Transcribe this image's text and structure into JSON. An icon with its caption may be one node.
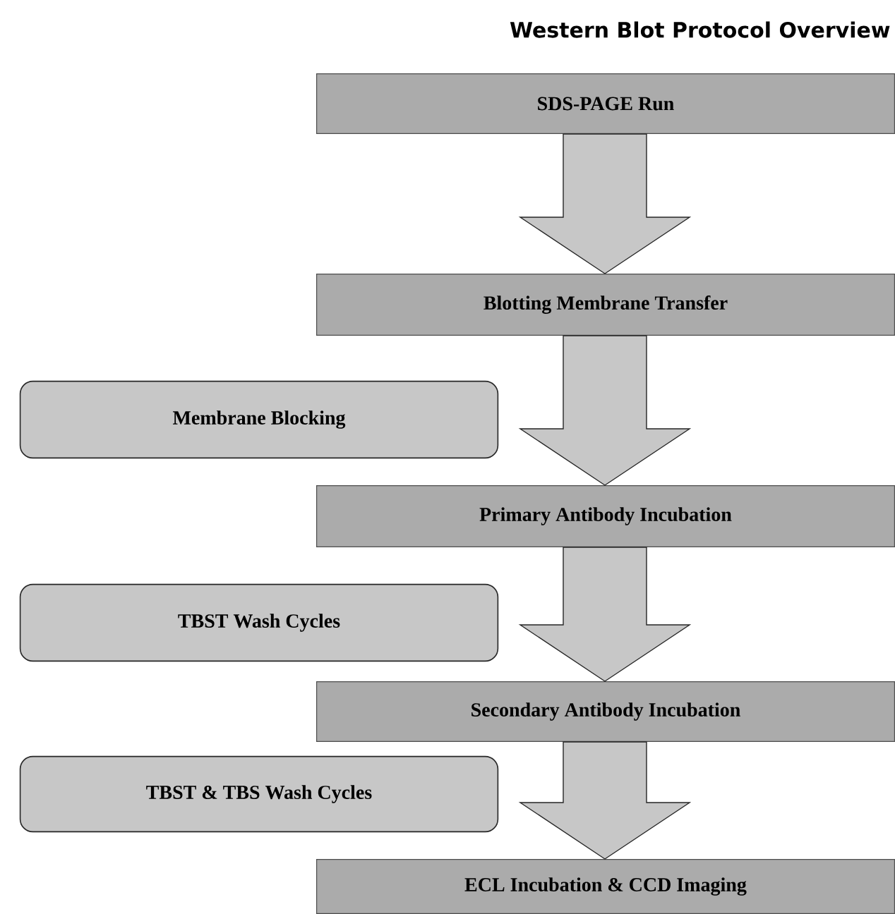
{
  "diagram": {
    "title": "Western Blot Protocol Overview",
    "nodes": [
      {
        "text": [
          "SDS-PAGE Run"
        ]
      },
      {
        "text": [
          "Blotting Membrane Transfer"
        ]
      },
      {
        "text": [
          "Membrane Blocking"
        ]
      },
      {
        "text": [
          "Primary Antibody Incubation"
        ]
      },
      {
        "text": [
          "TBST Wash Cycles"
        ]
      },
      {
        "text": [
          "Secondary Antibody Incubation"
        ]
      },
      {
        "text": [
          "TBST & TBS Wash Cycles"
        ]
      },
      {
        "text": [
          "ECL Incubation & CCD Imaging"
        ]
      }
    ],
    "edges": [
      {
        "from": 0,
        "to": 1,
        "arrow": "to"
      },
      {
        "from": 1,
        "to": 3,
        "arrow": "to"
      },
      {
        "from": 3,
        "to": 5,
        "arrow": "to"
      },
      {
        "from": 5,
        "to": 7,
        "arrow": "to"
      }
    ]
  }
}
